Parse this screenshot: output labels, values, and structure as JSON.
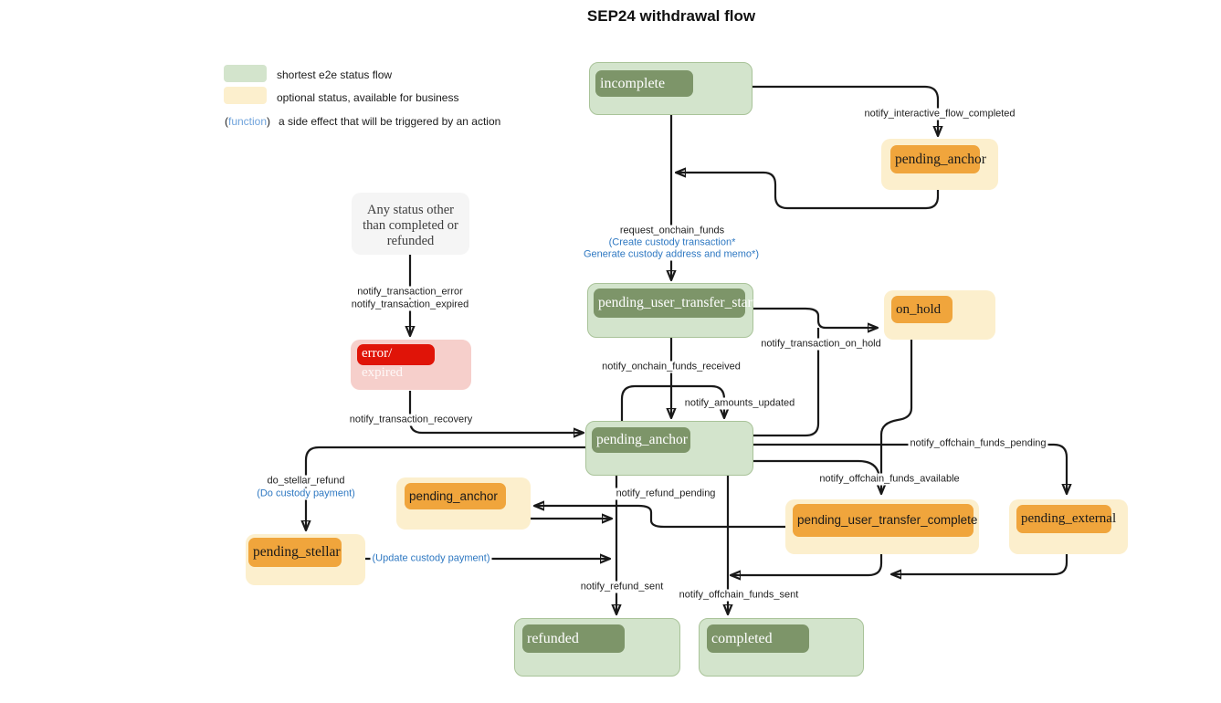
{
  "title": "SEP24 withdrawal flow",
  "legend": {
    "green_label": "shortest e2e status flow",
    "yellow_label": "optional status, available for business",
    "fn_open": "(",
    "fn_word": "function",
    "fn_close": ")",
    "fn_label": "a side effect that will be triggered by an action"
  },
  "nodes": {
    "incomplete": {
      "label": "incomplete"
    },
    "pending_anchor_top": {
      "label": "pending_anchor"
    },
    "any_status": {
      "line1": "Any status other",
      "line2": "than completed or",
      "line3": "refunded"
    },
    "error_expired": {
      "line1": "error/",
      "line2": "expired"
    },
    "pending_user_transfer_start": {
      "label": "pending_user_transfer_start"
    },
    "on_hold": {
      "label": "on_hold"
    },
    "pending_anchor_mid": {
      "label": "pending_anchor"
    },
    "pending_anchor_refund": {
      "label": "pending_anchor"
    },
    "pending_stellar": {
      "label": "pending_stellar"
    },
    "pending_user_transfer_complete": {
      "label": "pending_user_transfer_complete"
    },
    "pending_external": {
      "label": "pending_external"
    },
    "refunded": {
      "label": "refunded"
    },
    "completed": {
      "label": "completed"
    }
  },
  "edge_labels": {
    "notify_interactive_flow_completed": "notify_interactive_flow_completed",
    "request_onchain_funds": "request_onchain_funds",
    "create_custody_transaction": "(Create custody transaction*",
    "generate_custody_address": "Generate custody address and memo*)",
    "notify_transaction_error": "notify_transaction_error",
    "notify_transaction_expired": "notify_transaction_expired",
    "notify_transaction_recovery": "notify_transaction_recovery",
    "notify_onchain_funds_received": "notify_onchain_funds_received",
    "notify_amounts_updated": "notify_amounts_updated",
    "notify_transaction_on_hold": "notify_transaction_on_hold",
    "notify_offchain_funds_pending": "notify_offchain_funds_pending",
    "notify_offchain_funds_available": "notify_offchain_funds_available",
    "do_stellar_refund": "do_stellar_refund",
    "do_custody_payment": "(Do custody payment)",
    "notify_refund_pending": "notify_refund_pending",
    "update_custody_payment": "(Update custody payment)",
    "notify_refund_sent": "notify_refund_sent",
    "notify_offchain_funds_sent": "notify_offchain_funds_sent"
  },
  "colors": {
    "green_outer": "#d3e4cc",
    "green_inner": "#7d9569",
    "cream_outer": "#fcefcd",
    "orange_inner": "#f0a53c",
    "pink_outer": "#f6cfcb",
    "red_inner": "#e01408",
    "gray_box": "#f5f5f5",
    "edge_line": "#191919",
    "function_blue": "#2e78c2",
    "legend_function_blue": "#6fa3dc"
  }
}
